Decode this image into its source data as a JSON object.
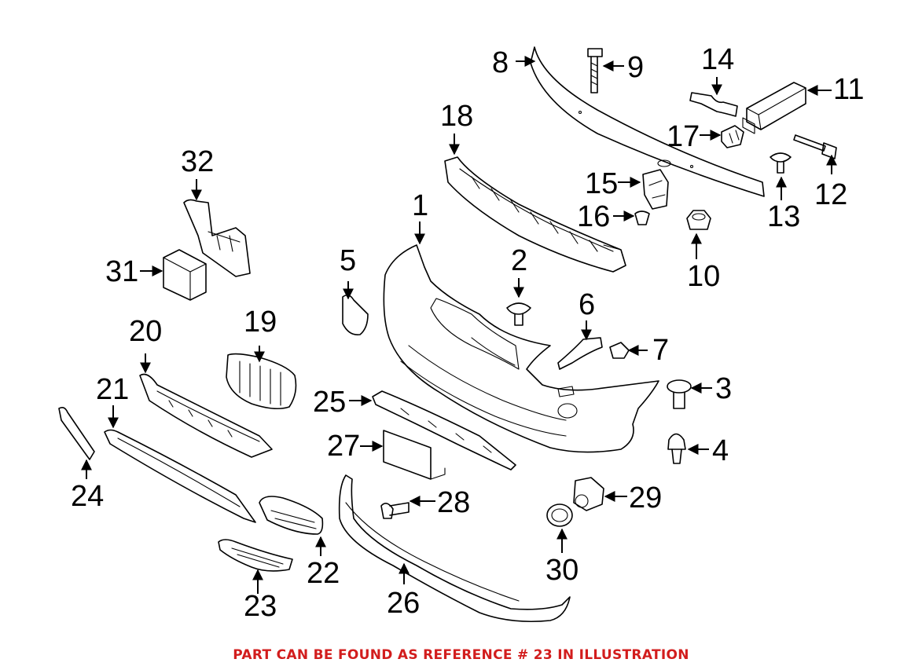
{
  "caption": "PART CAN BE FOUND AS REFERENCE # 23 IN ILLUSTRATION",
  "caption_color": "#d21d1d",
  "labels": {
    "n1": "1",
    "n2": "2",
    "n3": "3",
    "n4": "4",
    "n5": "5",
    "n6": "6",
    "n7": "7",
    "n8": "8",
    "n9": "9",
    "n10": "10",
    "n11": "11",
    "n12": "12",
    "n13": "13",
    "n14": "14",
    "n15": "15",
    "n16": "16",
    "n17": "17",
    "n18": "18",
    "n19": "19",
    "n20": "20",
    "n21": "21",
    "n22": "22",
    "n23": "23",
    "n24": "24",
    "n25": "25",
    "n26": "26",
    "n27": "27",
    "n28": "28",
    "n29": "29",
    "n30": "30",
    "n31": "31",
    "n32": "32"
  }
}
